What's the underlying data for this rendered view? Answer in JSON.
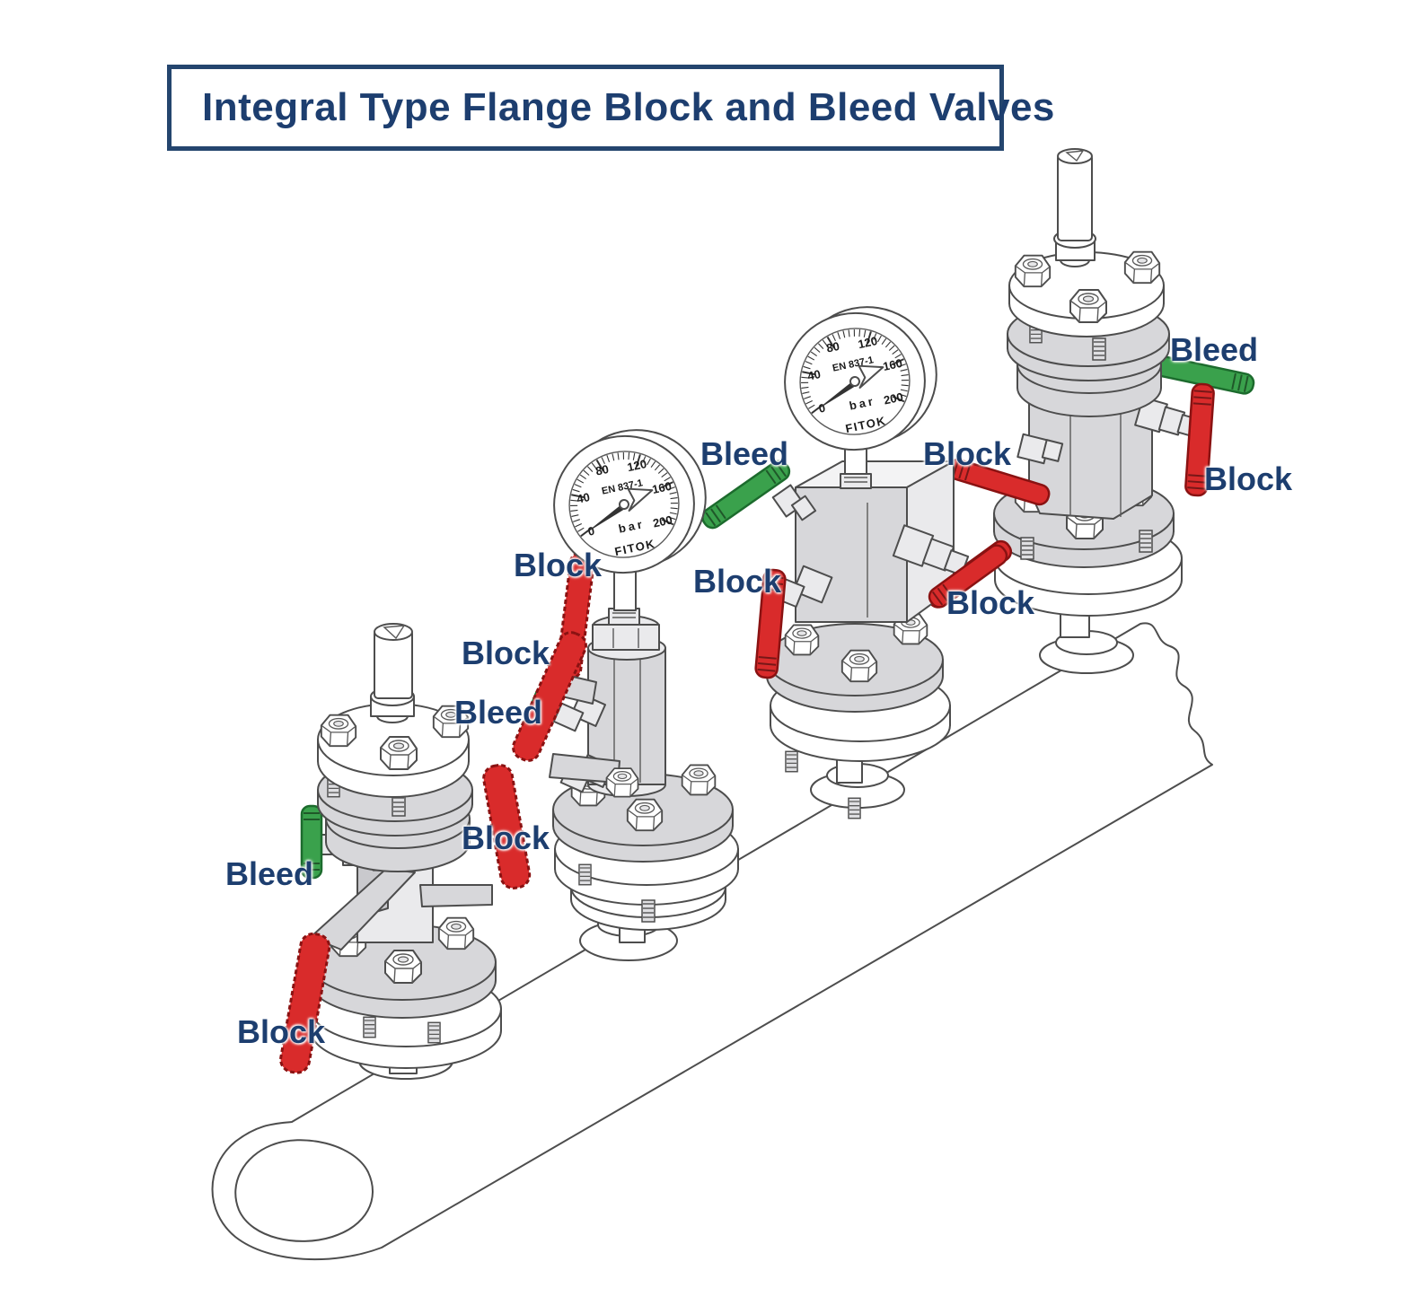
{
  "title": "Integral Type Flange Block and Bleed Valves",
  "colors": {
    "navy": "#1d3e6f",
    "navy_border": "#24456e",
    "block_handle_red": "#d92b2b",
    "block_handle_red_dark": "#8a1212",
    "bleed_handle_green": "#3aa14c",
    "bleed_handle_green_dark": "#1c6b2d"
  },
  "gauge": {
    "standard": "EN 837-1",
    "unit": "bar",
    "brand": "FITOK",
    "ticks": [
      "0",
      "40",
      "80",
      "120",
      "160",
      "200"
    ]
  },
  "annotations": [
    {
      "id": "a1-bleed",
      "text": "Bleed"
    },
    {
      "id": "a1-block",
      "text": "Block"
    },
    {
      "id": "a1-block-right",
      "text": "Block"
    },
    {
      "id": "a2-bleed",
      "text": "Bleed"
    },
    {
      "id": "a2-block-mid",
      "text": "Block"
    },
    {
      "id": "a2-block-top",
      "text": "Block"
    },
    {
      "id": "a3-bleed",
      "text": "Bleed"
    },
    {
      "id": "a3-block-left",
      "text": "Block"
    },
    {
      "id": "a3-block-right",
      "text": "Block"
    },
    {
      "id": "a4-block-left",
      "text": "Block"
    },
    {
      "id": "a4-bleed",
      "text": "Bleed"
    },
    {
      "id": "a4-block-right",
      "text": "Block"
    }
  ]
}
